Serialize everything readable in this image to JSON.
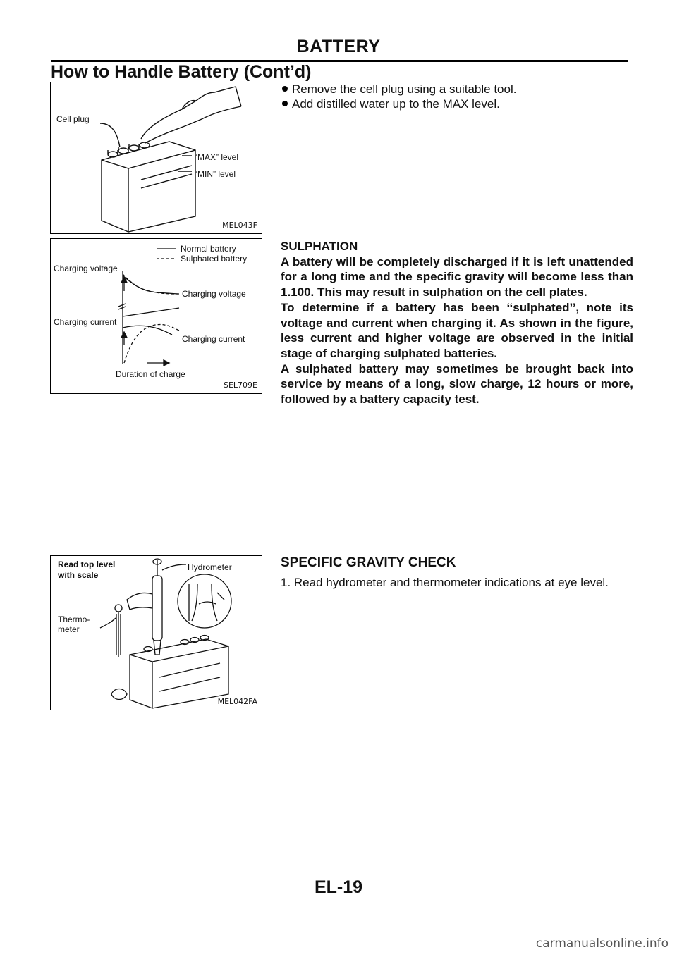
{
  "header": {
    "section": "BATTERY",
    "subtitle": "How to Handle Battery (Cont’d)"
  },
  "figures": {
    "fig1": {
      "code": "MEL043F",
      "labels": {
        "cell_plug": "Cell plug",
        "max_level": "“MAX” level",
        "min_level": "“MIN” level"
      }
    },
    "fig2": {
      "code": "SEL709E",
      "legend": {
        "normal": "Normal battery",
        "sulphated": "Sulphated battery"
      },
      "labels": {
        "charging_voltage_left": "Charging voltage",
        "charging_voltage_right": "Charging voltage",
        "charging_current_left": "Charging current",
        "charging_current_right": "Charging current",
        "duration": "Duration of charge"
      }
    },
    "fig3": {
      "code": "MEL042FA",
      "labels": {
        "read_top_1": "Read top level",
        "read_top_2": "with scale",
        "hydrometer": "Hydrometer",
        "thermo_1": "Thermo-",
        "thermo_2": "meter"
      }
    }
  },
  "bullets": [
    "Remove the cell plug using a suitable tool.",
    "Add distilled water up to the MAX level."
  ],
  "sulphation": {
    "heading": "SULPHATION",
    "p1": "A battery will be completely discharged if it is left unattended for a long time and the specific gravity will become less than 1.100. This may result in sulphation on the cell plates.",
    "p2": "To determine if a battery has been ‘‘sulphated’’, note its voltage and current when charging it. As shown in the figure, less current and higher voltage are observed in the initial stage of charging sulphated batteries.",
    "p3": "A sulphated battery may sometimes be brought back into service by means of a long, slow charge, 12 hours or more, followed by a battery capacity test."
  },
  "gravity": {
    "heading": "SPECIFIC GRAVITY CHECK",
    "step1": "1. Read hydrometer and thermometer indications at eye level."
  },
  "footer": {
    "page_number": "EL-19",
    "watermark": "carmanualsonline.info"
  }
}
